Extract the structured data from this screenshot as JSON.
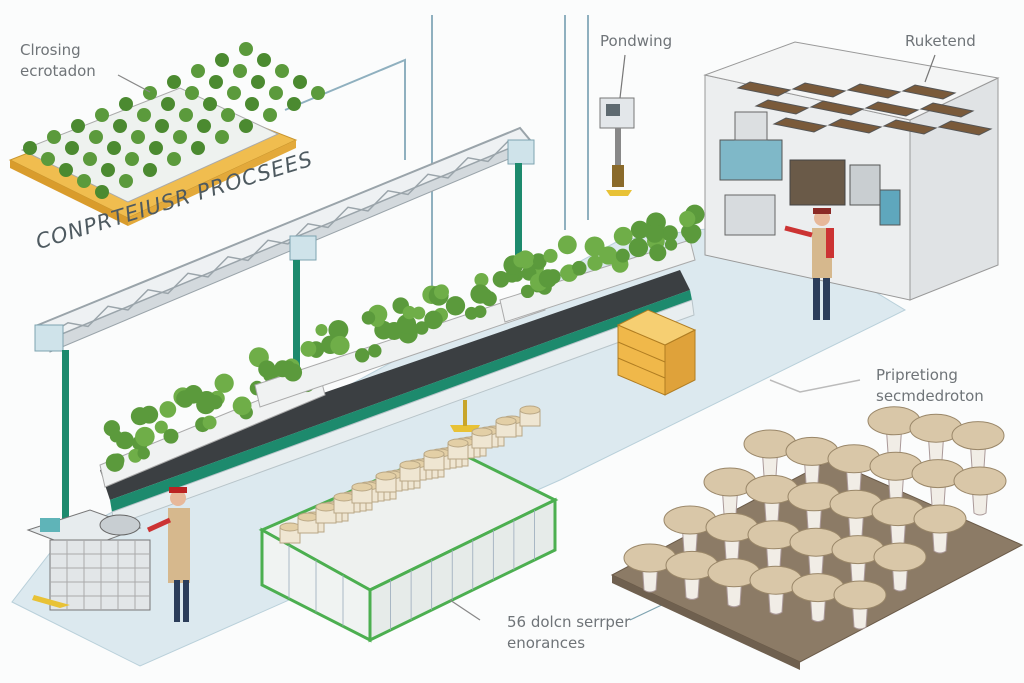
{
  "labels": {
    "top_left": [
      "Clrosing",
      "ecrotadon"
    ],
    "top_center": "Pondwing",
    "top_right": "Ruketend",
    "banner": "CONPRTEIUSR PROCSEES",
    "right_middle": [
      "Pripretiong",
      "secmdedroton"
    ],
    "bottom_center": [
      "56 dolcn serrper",
      "enorances"
    ]
  },
  "colors": {
    "floor": "#dce9ef",
    "plant_green": "#5b9a3c",
    "post_teal": "#1d8a6d",
    "tray_orange": "#f0bd4f",
    "bin_green": "#4caf50",
    "pallet_brown": "#8c7b66",
    "mushroom_cap": "#d9c7a8"
  }
}
